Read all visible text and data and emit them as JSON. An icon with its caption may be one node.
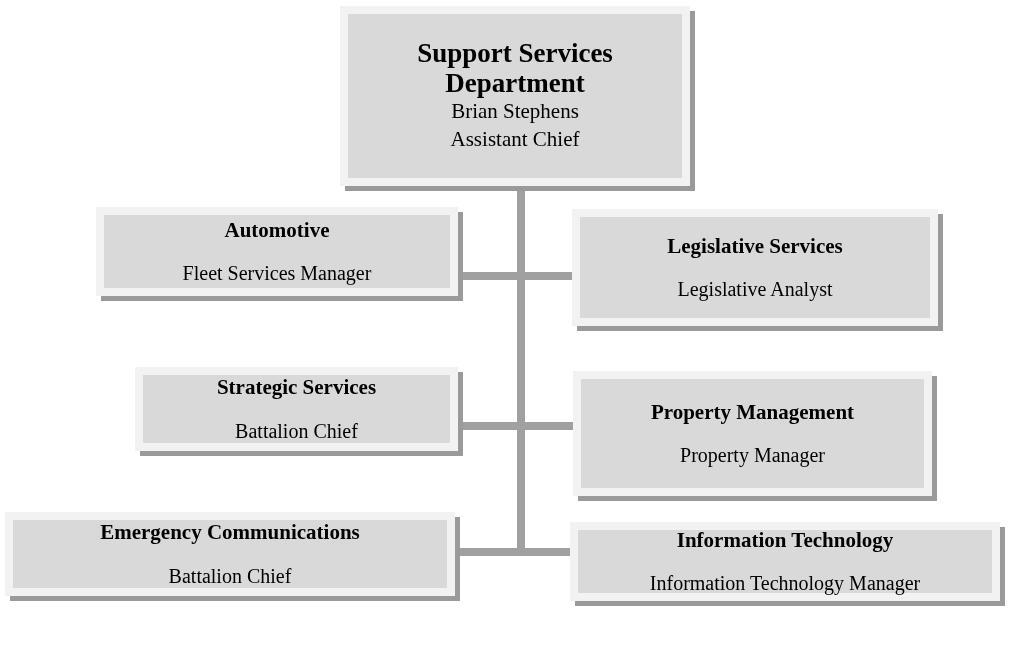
{
  "diagram": {
    "nodes": [
      {
        "text": [
          "Support Services Department",
          "Brian Stephens",
          "Assistant Chief"
        ]
      },
      {
        "text": [
          "Automotive",
          "Fleet Services Manager"
        ]
      },
      {
        "text": [
          "Legislative Services",
          "Legislative Analyst"
        ]
      },
      {
        "text": [
          "Strategic Services",
          "Battalion Chief"
        ]
      },
      {
        "text": [
          "Property Management",
          "Property Manager"
        ]
      },
      {
        "text": [
          "Emergency Communications",
          "Battalion Chief"
        ]
      },
      {
        "text": [
          "Information Technology",
          "Information Technology Manager"
        ]
      }
    ],
    "edges": [
      {
        "from": 0,
        "to": 1,
        "arrow": "none"
      },
      {
        "from": 0,
        "to": 2,
        "arrow": "none"
      },
      {
        "from": 0,
        "to": 3,
        "arrow": "none"
      },
      {
        "from": 0,
        "to": 4,
        "arrow": "none"
      },
      {
        "from": 0,
        "to": 5,
        "arrow": "none"
      },
      {
        "from": 0,
        "to": 6,
        "arrow": "none"
      }
    ]
  }
}
